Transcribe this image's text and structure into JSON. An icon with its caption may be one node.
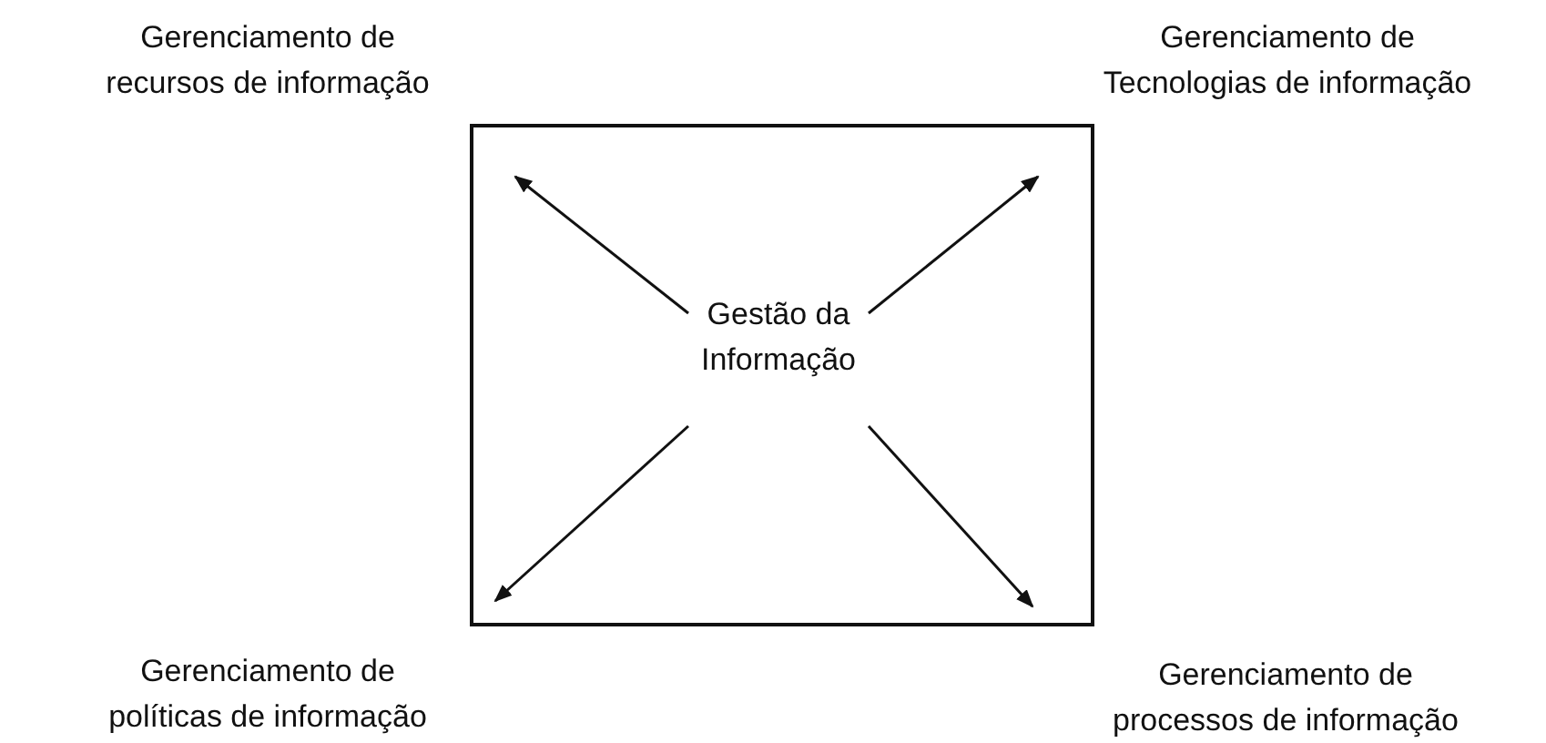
{
  "diagram": {
    "nodes": [
      {
        "text": [],
        "shape": "box"
      },
      {
        "text": [
          "Gestão da Informação"
        ],
        "in": 0
      },
      {
        "text": [
          "Gerenciamento de recursos de informação"
        ]
      },
      {
        "text": [
          "Gerenciamento de Tecnologias de informação"
        ]
      },
      {
        "text": [
          "Gerenciamento de políticas de informação"
        ]
      },
      {
        "text": [
          "Gerenciamento de processos de informação"
        ]
      }
    ],
    "edges": [
      {
        "from": 1,
        "to": 2,
        "arrow": "to"
      },
      {
        "from": 1,
        "to": 3,
        "arrow": "to"
      },
      {
        "from": 1,
        "to": 4,
        "arrow": "to"
      },
      {
        "from": 1,
        "to": 5,
        "arrow": "to"
      }
    ]
  }
}
